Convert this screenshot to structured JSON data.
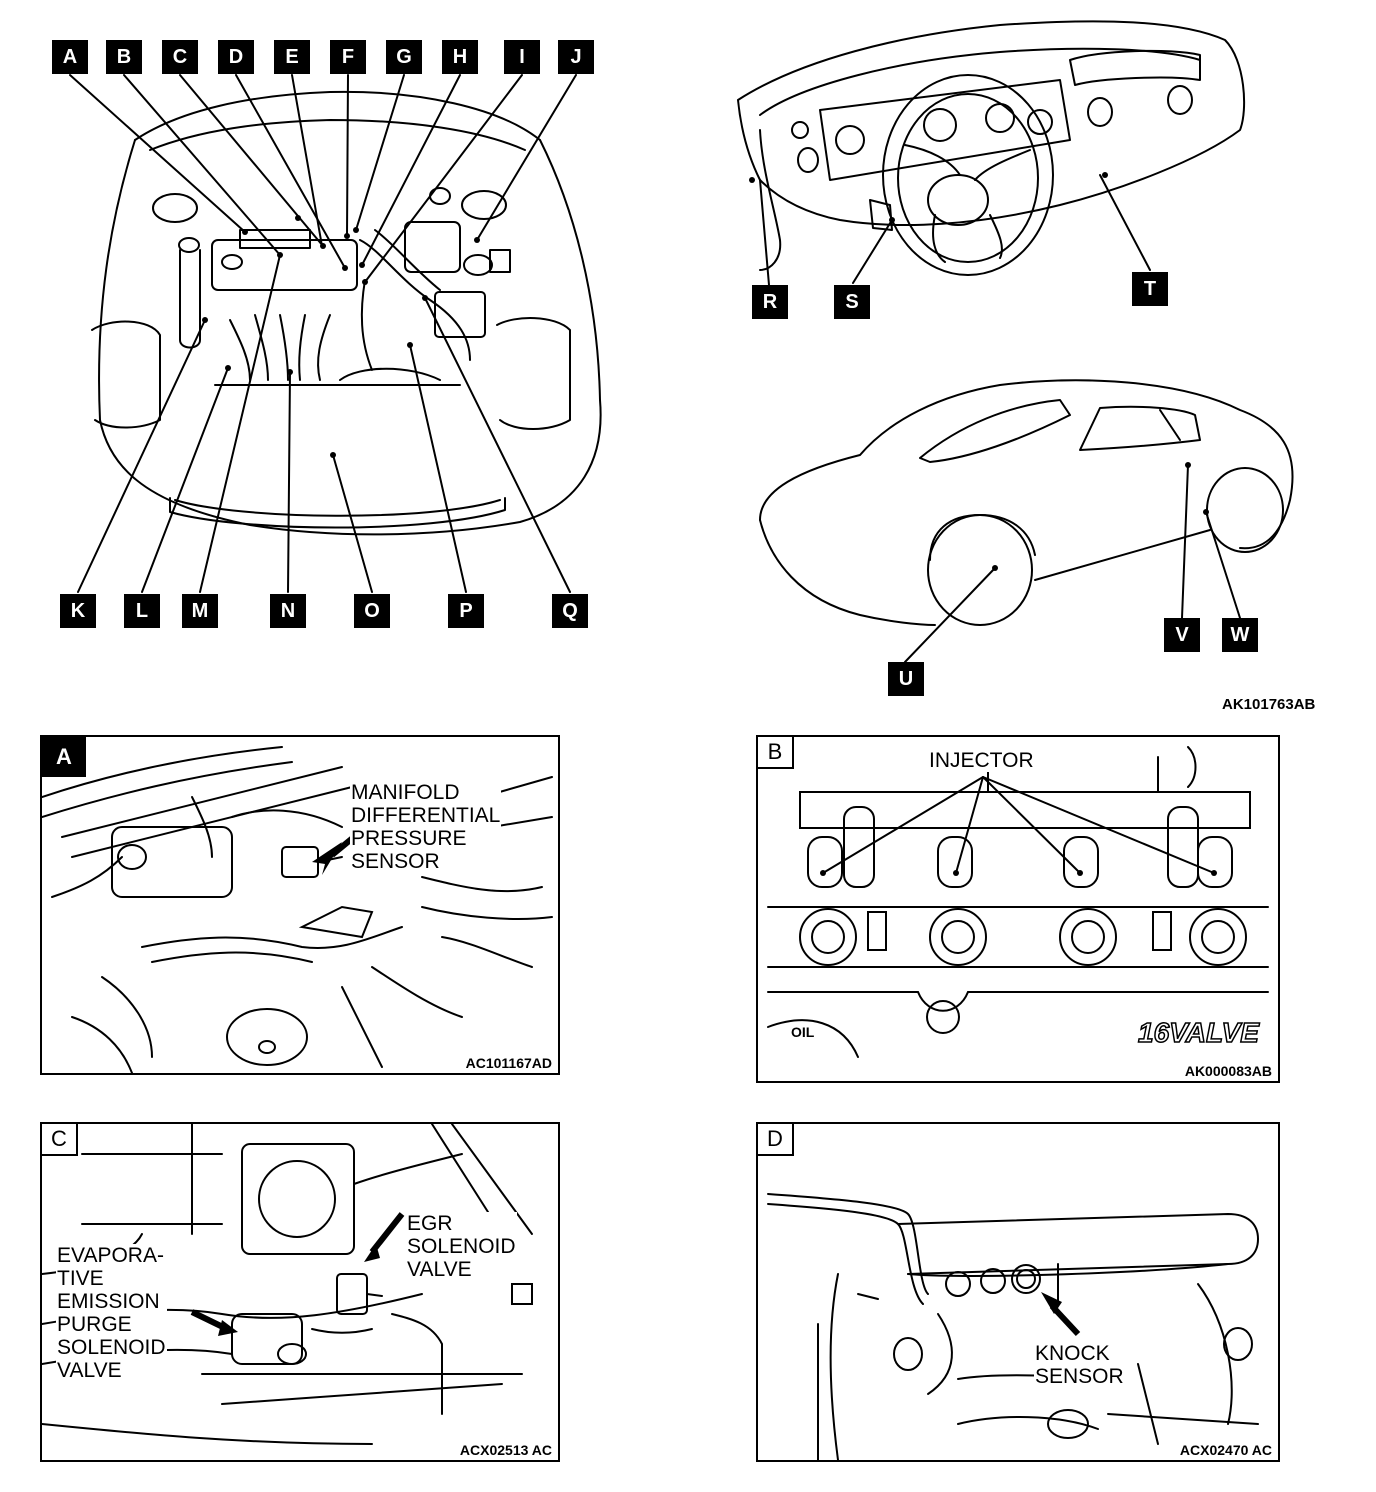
{
  "overview": {
    "engine_callouts_top": [
      "A",
      "B",
      "C",
      "D",
      "E",
      "F",
      "G",
      "H",
      "I",
      "J"
    ],
    "engine_callouts_bottom": [
      "K",
      "L",
      "M",
      "N",
      "O",
      "P",
      "Q"
    ],
    "dash_callouts": [
      "R",
      "S",
      "T"
    ],
    "car_callouts": [
      "U",
      "V",
      "W"
    ],
    "figure_code": "AK101763AB"
  },
  "panels": {
    "a": {
      "tag": "A",
      "label": "MANIFOLD\nDIFFERENTIAL\nPRESSURE\nSENSOR",
      "code": "AC101167AD"
    },
    "b": {
      "tag": "B",
      "label": "INJECTOR",
      "code": "AK000083AB",
      "embossed": "16VALVE",
      "cap_text": "OIL"
    },
    "c": {
      "tag": "C",
      "label_left": "EVAPORA-\nTIVE\nEMISSION\nPURGE\nSOLENOID\nVALVE",
      "label_right": "EGR\nSOLENOID\nVALVE",
      "code": "ACX02513 AC"
    },
    "d": {
      "tag": "D",
      "label": "KNOCK\nSENSOR",
      "code": "ACX02470 AC"
    }
  }
}
